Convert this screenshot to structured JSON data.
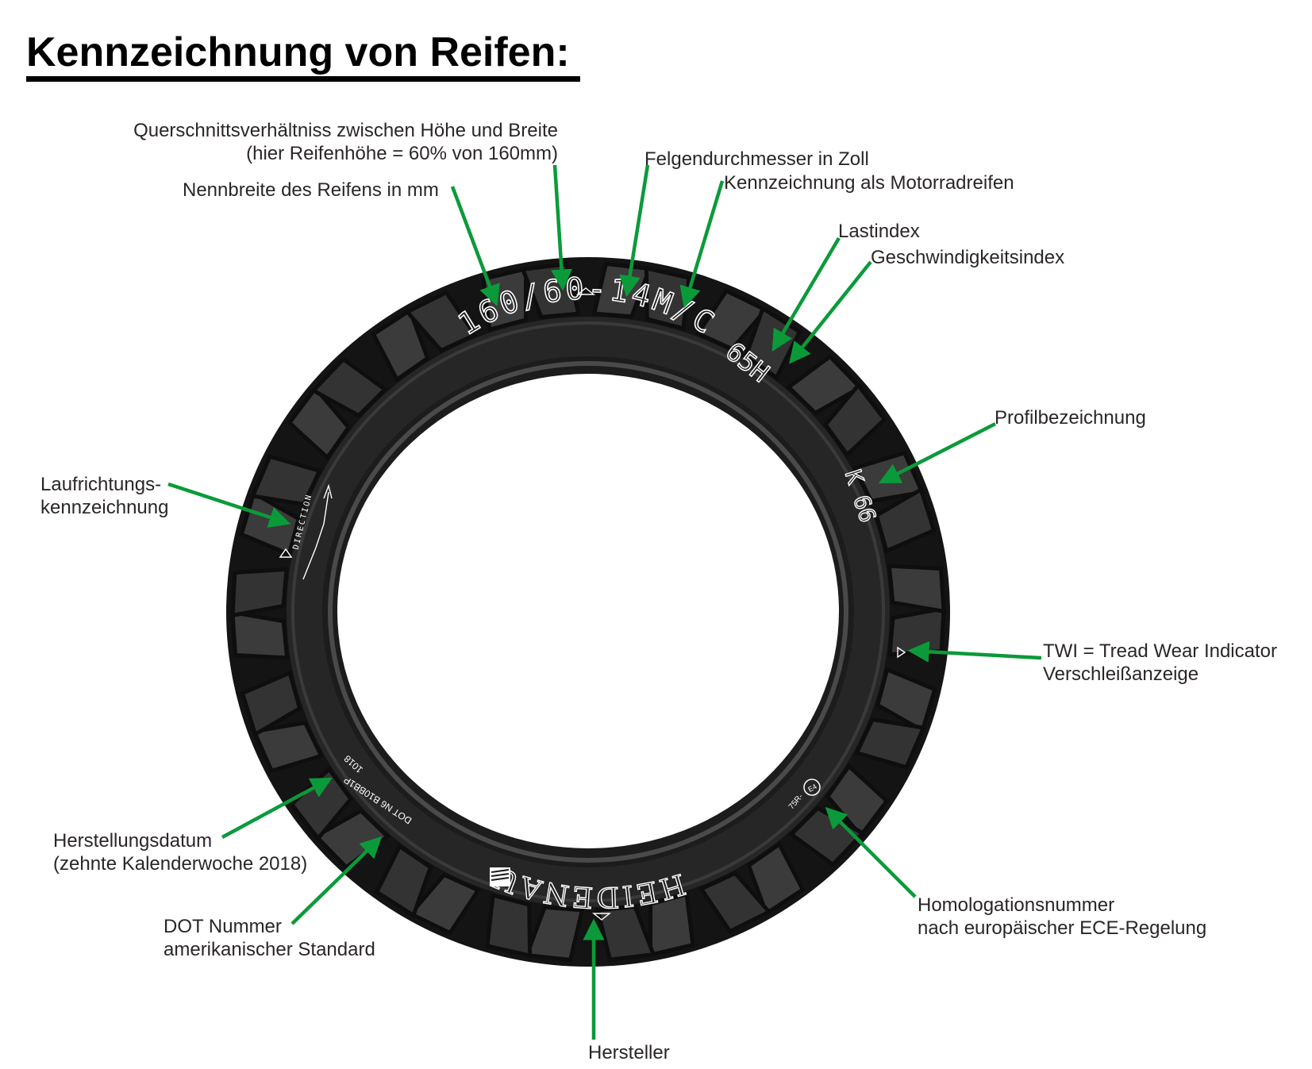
{
  "title": "Kennzeichnung von Reifen:",
  "colors": {
    "arrow": "#0b9a3a",
    "tire_dark": "#1b1b1b",
    "tire_sidewall": "#2c2c2c",
    "marking_text": "#ffffff",
    "label_text": "#2b2626"
  },
  "tire_markings": {
    "size": "160/60-14M/C",
    "load_speed": "65H",
    "profile": "K 66",
    "direction": "DIRECTION",
    "manufacturer": "HEIDENAU",
    "dot": "DOT N6 B10BB1P",
    "date_code": "1018",
    "ece_mark": "E4",
    "ece_number": "75R-"
  },
  "labels": {
    "aspect_ratio_line1": "Querschnittsverhältniss zwischen Höhe und Breite",
    "aspect_ratio_line2": "(hier Reifenhöhe = 60% von 160mm)",
    "width": "Nennbreite des Reifens in mm",
    "rim_diameter": "Felgendurchmesser in Zoll",
    "motorcycle": "Kennzeichnung als Motorradreifen",
    "load_index": "Lastindex",
    "speed_index": "Geschwindigkeitsindex",
    "profile": "Profilbezeichnung",
    "direction_line1": "Laufrichtungs-",
    "direction_line2": "kennzeichnung",
    "twi_line1": "TWI = Tread Wear Indicator",
    "twi_line2": "Verschleißanzeige",
    "production_date_line1": "Herstellungsdatum",
    "production_date_line2": "(zehnte Kalenderwoche 2018)",
    "dot_line1": "DOT Nummer",
    "dot_line2": "amerikanischer Standard",
    "homologation_line1": "Homologationsnummer",
    "homologation_line2": "nach europäischer ECE-Regelung",
    "manufacturer": "Hersteller"
  }
}
